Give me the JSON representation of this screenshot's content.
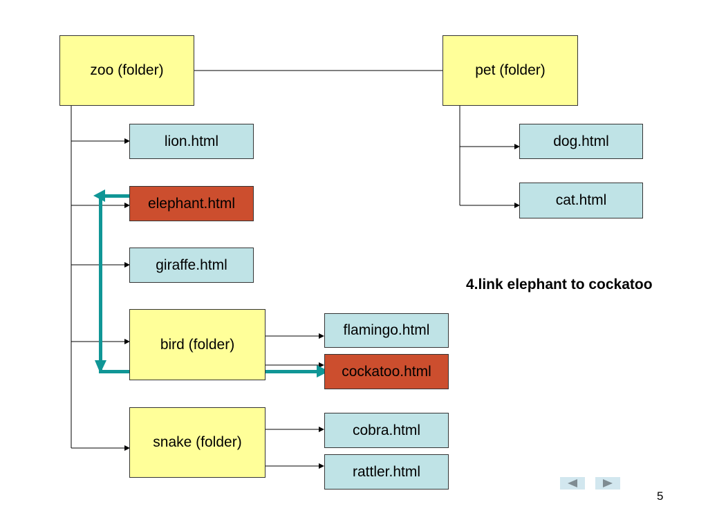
{
  "colors": {
    "folder": "#ffff99",
    "file": "#bfe3e6",
    "highlight": "#cc4e2e",
    "link_arrow": "#109696"
  },
  "nodes": {
    "zoo": "zoo (folder)",
    "pet": "pet (folder)",
    "lion": "lion.html",
    "elephant": "elephant.html",
    "giraffe": "giraffe.html",
    "bird": "bird (folder)",
    "snake": "snake (folder)",
    "flamingo": "flamingo.html",
    "cockatoo": "cockatoo.html",
    "cobra": "cobra.html",
    "rattler": "rattler.html",
    "dog": "dog.html",
    "cat": "cat.html"
  },
  "caption": "4.link elephant to cockatoo",
  "nav": {
    "prev_icon": "triangle-left-icon",
    "next_icon": "triangle-right-icon"
  },
  "page_number": "5"
}
